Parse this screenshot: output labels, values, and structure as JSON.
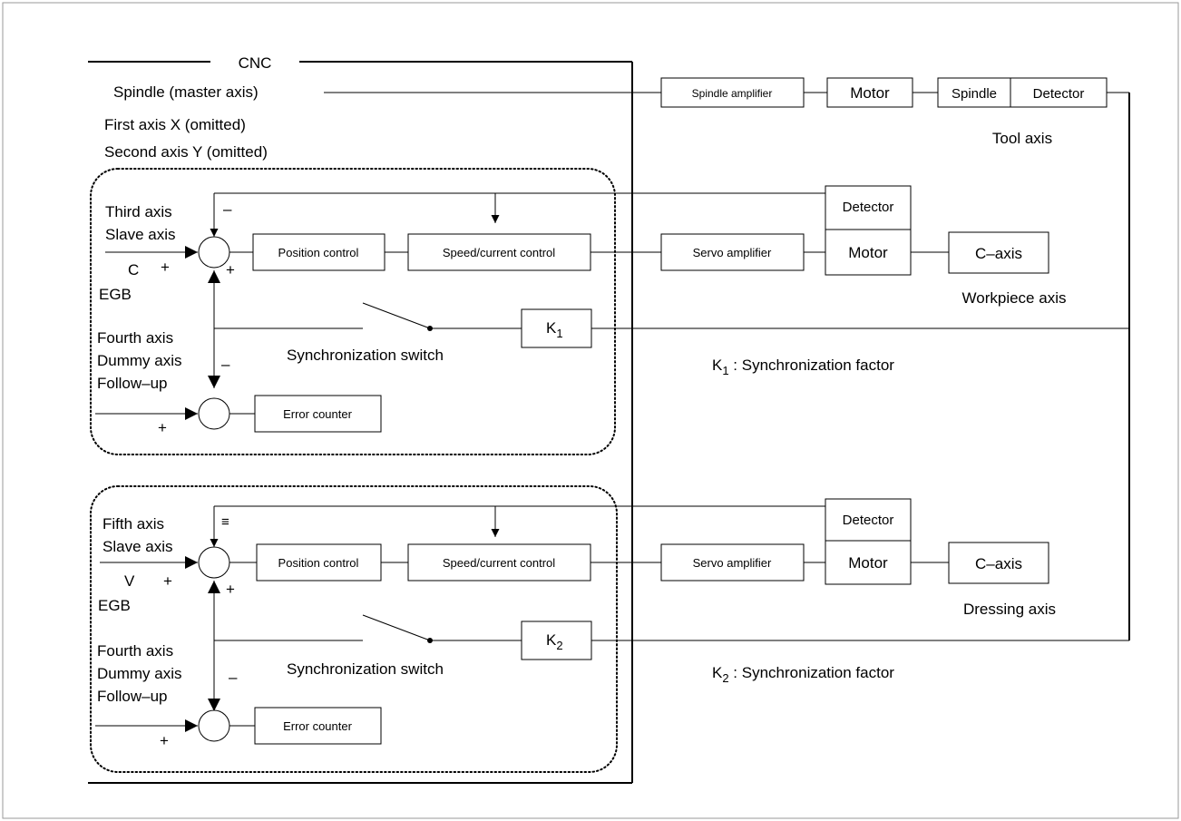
{
  "cnc": {
    "label": "CNC"
  },
  "inputs": {
    "spindle": "Spindle (master axis)",
    "first_axis": "First axis X (omitted)",
    "second_axis": "Second axis Y (omitted)"
  },
  "spindle_chain": {
    "amplifier": "Spindle amplifier",
    "motor": "Motor",
    "spindle": "Spindle",
    "detector": "Detector",
    "caption": "Tool axis"
  },
  "groups": [
    {
      "slave_label_1": "Third axis",
      "slave_label_2": "Slave axis",
      "axis_letter": "C",
      "egb": "EGB",
      "fb_sign": "–",
      "plus_sign": "+",
      "plus_sign_2": "+",
      "dummy_1": "Fourth axis",
      "dummy_2": "Dummy axis",
      "dummy_3": "Follow–up",
      "dummy_minus": "–",
      "dummy_plus": "+",
      "position_control": "Position control",
      "speed_control": "Speed/current control",
      "switch_label": "Synchronization switch",
      "k_base": "K",
      "k_sub": "1",
      "error_counter": "Error counter",
      "servo_amp": "Servo amplifier",
      "motor": "Motor",
      "detector": "Detector",
      "c_axis": "C–axis",
      "axis_caption": "Workpiece axis",
      "factor_text": " : Synchronization factor"
    },
    {
      "slave_label_1": "Fifth axis",
      "slave_label_2": "Slave axis",
      "axis_letter": "V",
      "egb": "EGB",
      "fb_sign": "≡",
      "plus_sign": "+",
      "plus_sign_2": "+",
      "dummy_1": "Fourth axis",
      "dummy_2": "Dummy axis",
      "dummy_3": "Follow–up",
      "dummy_minus": "–",
      "dummy_plus": "+",
      "position_control": "Position control",
      "speed_control": "Speed/current control",
      "switch_label": "Synchronization switch",
      "k_base": "K",
      "k_sub": "2",
      "error_counter": "Error counter",
      "servo_amp": "Servo amplifier",
      "motor": "Motor",
      "detector": "Detector",
      "c_axis": "C–axis",
      "axis_caption": "Dressing axis",
      "factor_text": " : Synchronization factor"
    }
  ]
}
